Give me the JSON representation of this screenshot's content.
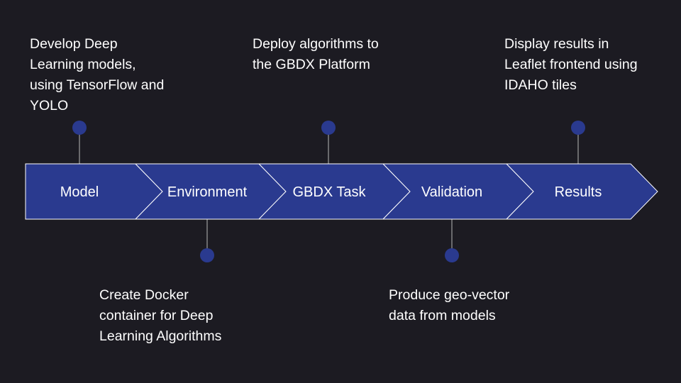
{
  "colors": {
    "background": "#1c1b22",
    "stage_fill": "#2a3a8f",
    "stage_stroke": "#ffffff",
    "connector": "#b8b8b8",
    "dot": "#2a3a8f",
    "text": "#ffffff"
  },
  "stages": [
    {
      "label": "Model",
      "note_side": "top",
      "note": "Develop Deep\nLearning models,\nusing TensorFlow and\nYOLO"
    },
    {
      "label": "Environment",
      "note_side": "bottom",
      "note": "Create Docker\ncontainer for Deep\nLearning Algorithms"
    },
    {
      "label": "GBDX Task",
      "note_side": "top",
      "note": "Deploy algorithms to\nthe GBDX Platform"
    },
    {
      "label": "Validation",
      "note_side": "bottom",
      "note": "Produce geo-vector\ndata from models"
    },
    {
      "label": "Results",
      "note_side": "top",
      "note": "Display results in\nLeaflet frontend using\nIDAHO tiles"
    }
  ]
}
